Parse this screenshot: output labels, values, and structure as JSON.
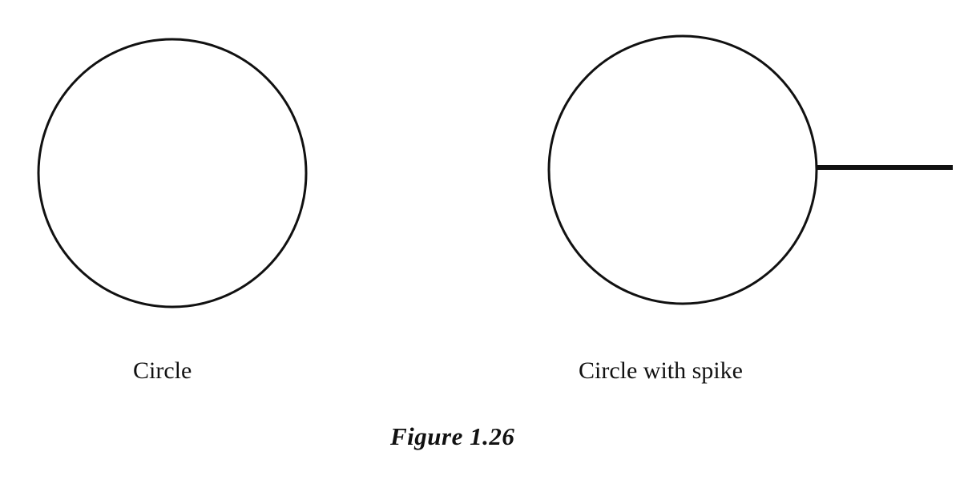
{
  "figure": {
    "left_caption": "Circle",
    "right_caption": "Circle with spike",
    "title": "Figure 1.26"
  },
  "colors": {
    "ink": "#111111",
    "background": "#ffffff"
  }
}
